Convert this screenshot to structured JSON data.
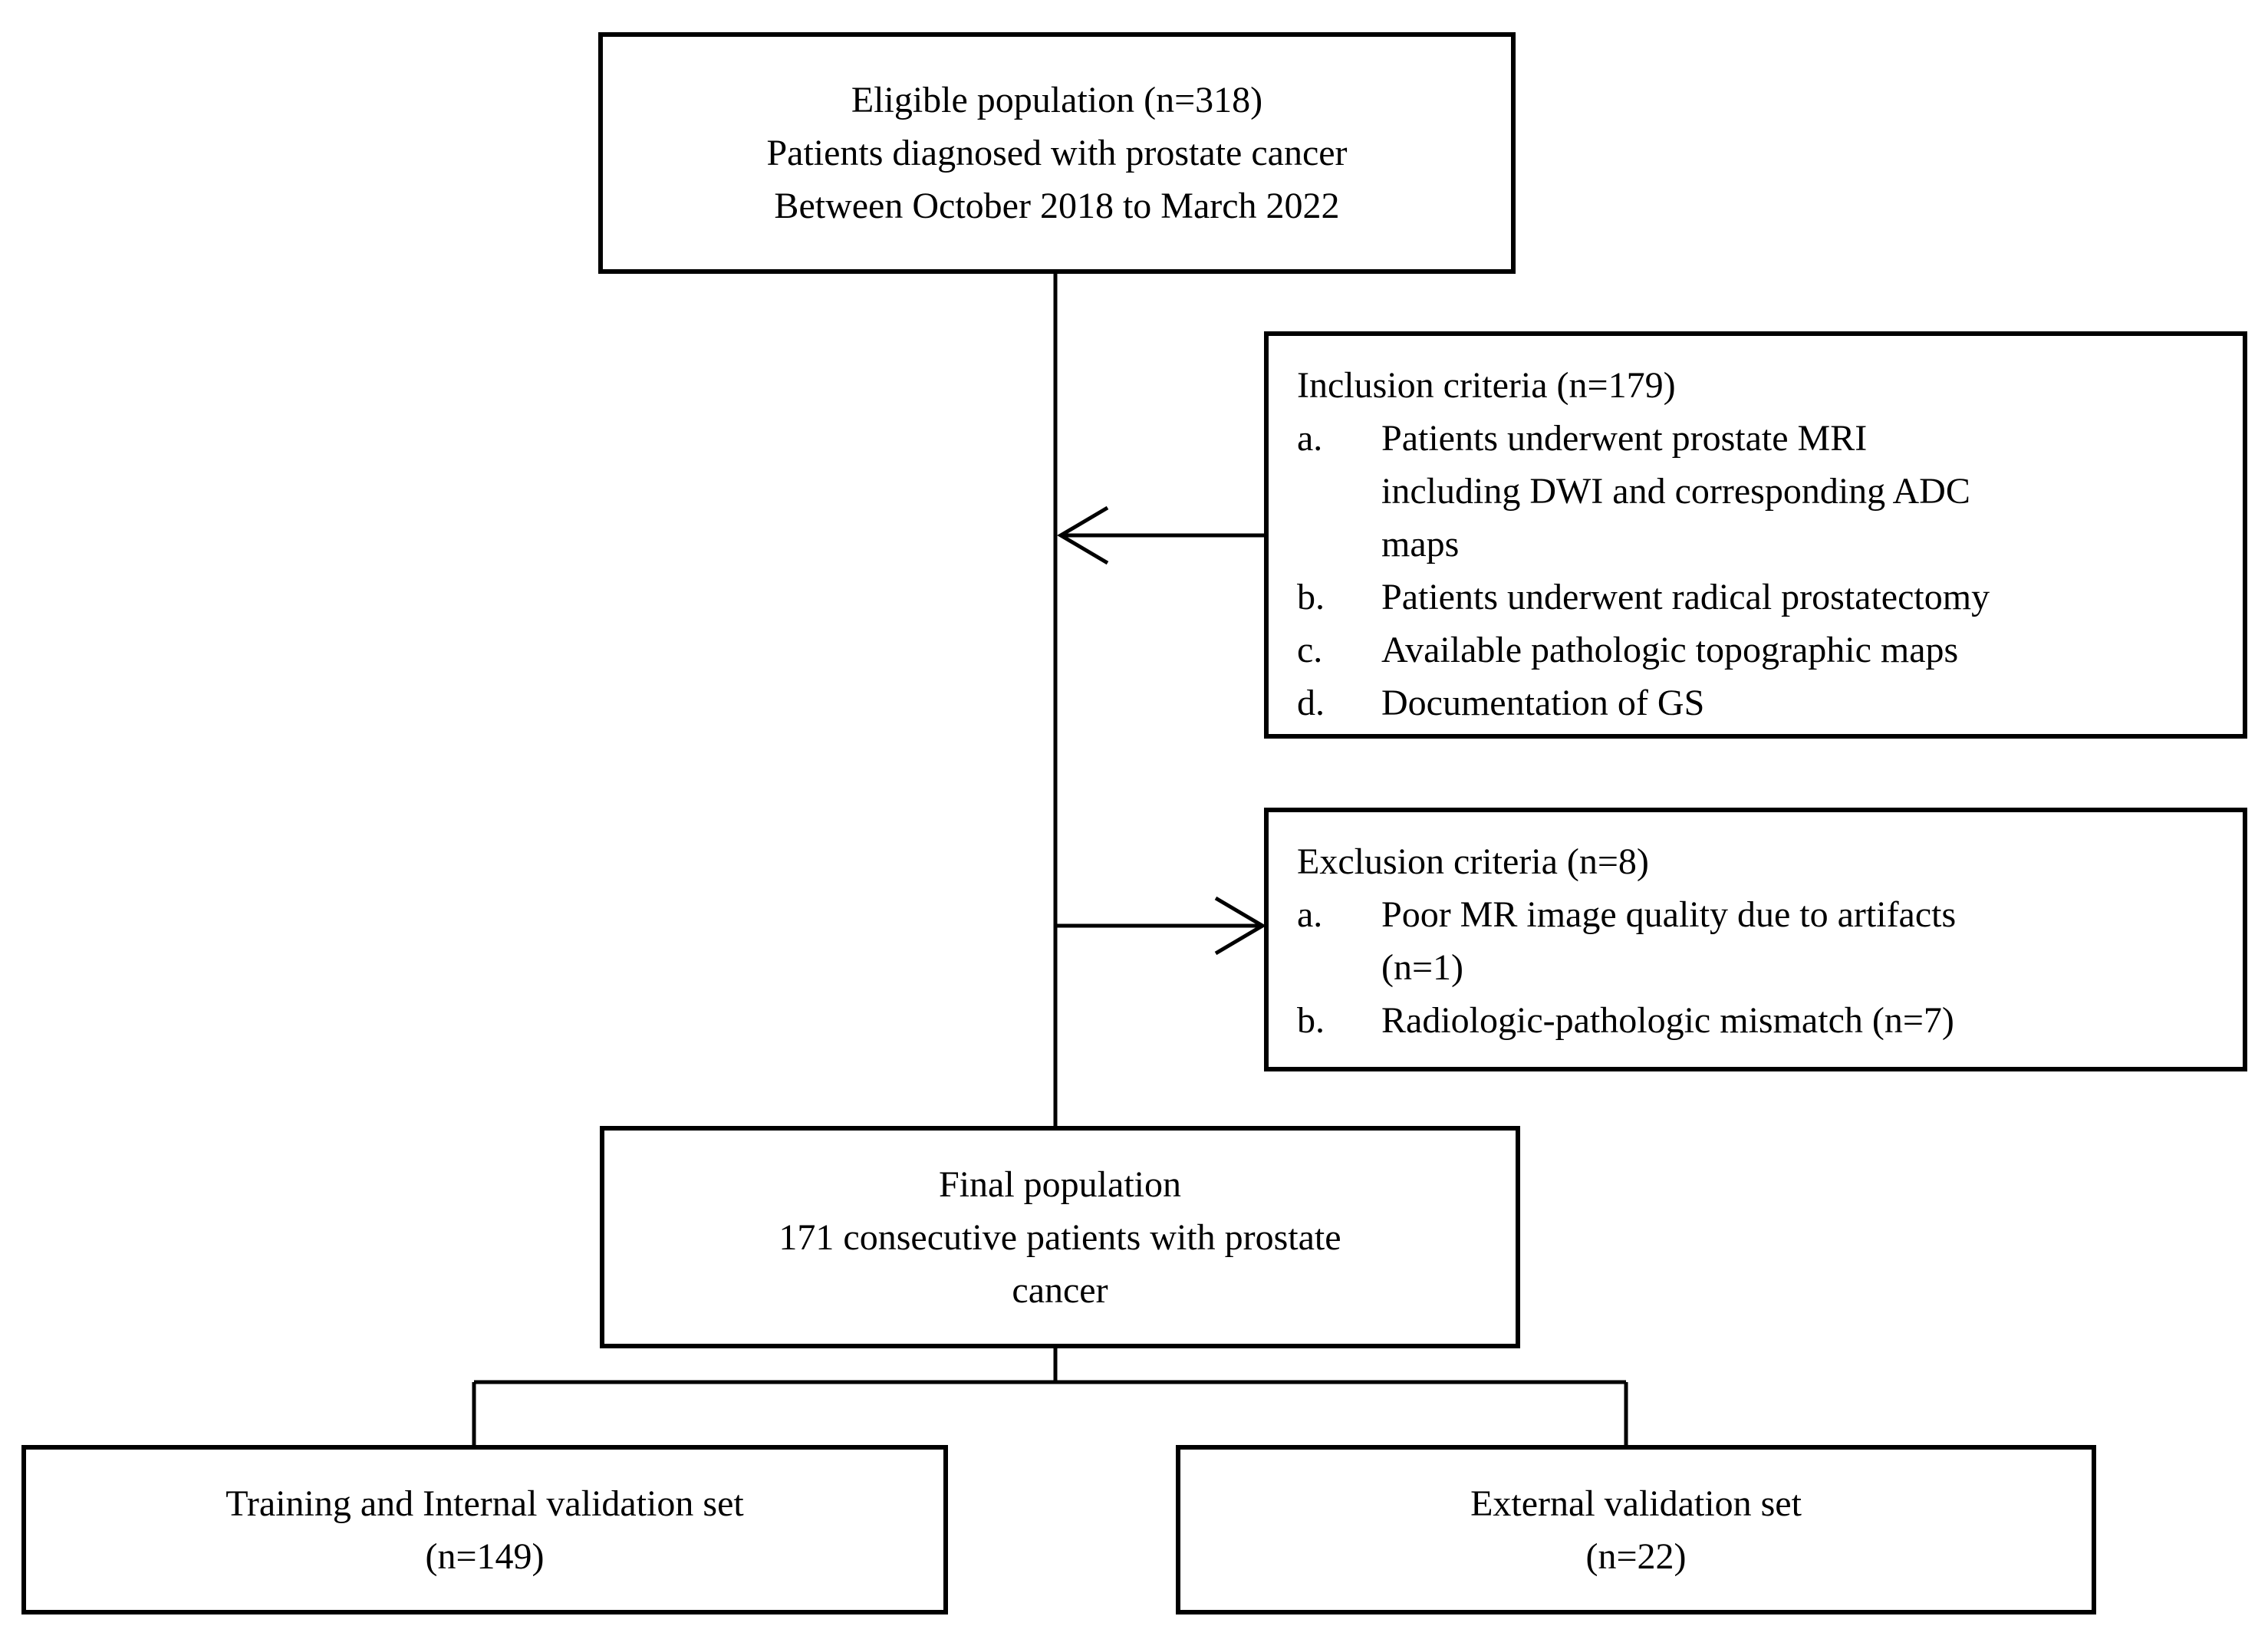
{
  "boxes": {
    "eligible": {
      "text": "Eligible population (n=318)\nPatients diagnosed with prostate cancer\nBetween October 2018 to March 2022"
    },
    "inclusion": {
      "title": "Inclusion criteria (n=179)",
      "items": [
        {
          "marker": "a.",
          "text": "Patients underwent prostate MRI\nincluding DWI and corresponding ADC\nmaps"
        },
        {
          "marker": "b.",
          "text": "Patients underwent radical prostatectomy"
        },
        {
          "marker": "c.",
          "text": "Available pathologic topographic maps"
        },
        {
          "marker": "d.",
          "text": "Documentation of GS"
        }
      ]
    },
    "exclusion": {
      "title": "Exclusion criteria (n=8)",
      "items": [
        {
          "marker": "a.",
          "text": "Poor MR image quality due to artifacts\n(n=1)"
        },
        {
          "marker": "b.",
          "text": "Radiologic-pathologic mismatch (n=7)"
        }
      ]
    },
    "final": {
      "text": "Final population\n171 consecutive patients with prostate\ncancer"
    },
    "training": {
      "text": "Training and Internal validation set\n(n=149)"
    },
    "external": {
      "text": "External validation set\n(n=22)"
    }
  },
  "colors": {
    "line": "#000000",
    "text": "#000000",
    "background": "#ffffff"
  }
}
